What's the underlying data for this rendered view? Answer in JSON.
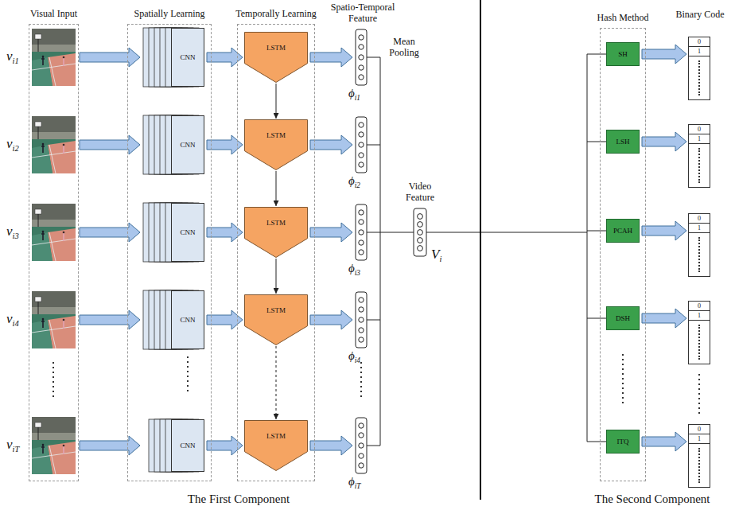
{
  "diagram": {
    "nodes": [
      {
        "text": [
          "Visual Input"
        ]
      },
      {
        "text": [
          "Spatially Learning"
        ]
      },
      {
        "text": [
          "CNN"
        ],
        "in": 1
      },
      {
        "text": [
          "CNN"
        ],
        "in": 1
      },
      {
        "text": [
          "CNN"
        ],
        "in": 1
      },
      {
        "text": [
          "CNN"
        ],
        "in": 1
      },
      {
        "text": [
          "CNN"
        ],
        "in": 1
      },
      {
        "text": [
          "Temporally Learning"
        ]
      },
      {
        "text": [
          "LSTM"
        ],
        "in": 7
      },
      {
        "text": [
          "LSTM"
        ],
        "in": 7
      },
      {
        "text": [
          "LSTM"
        ],
        "in": 7
      },
      {
        "text": [
          "LSTM"
        ],
        "in": 7
      },
      {
        "text": [
          "LSTM"
        ],
        "in": 7
      },
      {
        "text": [
          "Hash Method"
        ]
      },
      {
        "text": [
          "SH"
        ],
        "in": 13
      },
      {
        "text": [
          "LSH"
        ],
        "in": 13
      },
      {
        "text": [
          "PCAH"
        ],
        "in": 13
      },
      {
        "text": [
          "DSH"
        ],
        "in": 13
      },
      {
        "text": [
          "ITQ"
        ],
        "in": 13
      },
      {
        "text": [
          "0",
          "1"
        ]
      },
      {
        "text": [
          "0",
          "1"
        ]
      },
      {
        "text": [
          "0",
          "1"
        ]
      },
      {
        "text": [
          "0",
          "1"
        ]
      },
      {
        "text": [
          "0",
          "1"
        ]
      }
    ],
    "edges": [
      {
        "from": 2,
        "to": 8,
        "arrow": "to"
      },
      {
        "from": 3,
        "to": 9,
        "arrow": "to"
      },
      {
        "from": 4,
        "to": 10,
        "arrow": "to"
      },
      {
        "from": 5,
        "to": 11,
        "arrow": "to"
      },
      {
        "from": 6,
        "to": 12,
        "arrow": "to"
      },
      {
        "from": 8,
        "to": 9,
        "arrow": "to"
      },
      {
        "from": 9,
        "to": 10,
        "arrow": "to"
      },
      {
        "from": 10,
        "to": 11,
        "arrow": "to"
      },
      {
        "from": 11,
        "to": 12,
        "arrow": "to"
      },
      {
        "from": 14,
        "to": 19,
        "arrow": "to"
      },
      {
        "from": 15,
        "to": 20,
        "arrow": "to"
      },
      {
        "from": 16,
        "to": 21,
        "arrow": "to"
      },
      {
        "from": 17,
        "to": 22,
        "arrow": "to"
      },
      {
        "from": 18,
        "to": 23,
        "arrow": "to"
      }
    ],
    "labels": [
      "Spatio-Temporal Feature",
      "Binary Code",
      "νi1",
      "νi2",
      "νi3",
      "νi4",
      "νiT",
      "ϕi1",
      "ϕi2",
      "ϕi3",
      "ϕi4",
      "ϕiT",
      "Mean Pooling",
      "Video Feature",
      "Vi",
      "The First Component",
      "The Second Component"
    ]
  }
}
